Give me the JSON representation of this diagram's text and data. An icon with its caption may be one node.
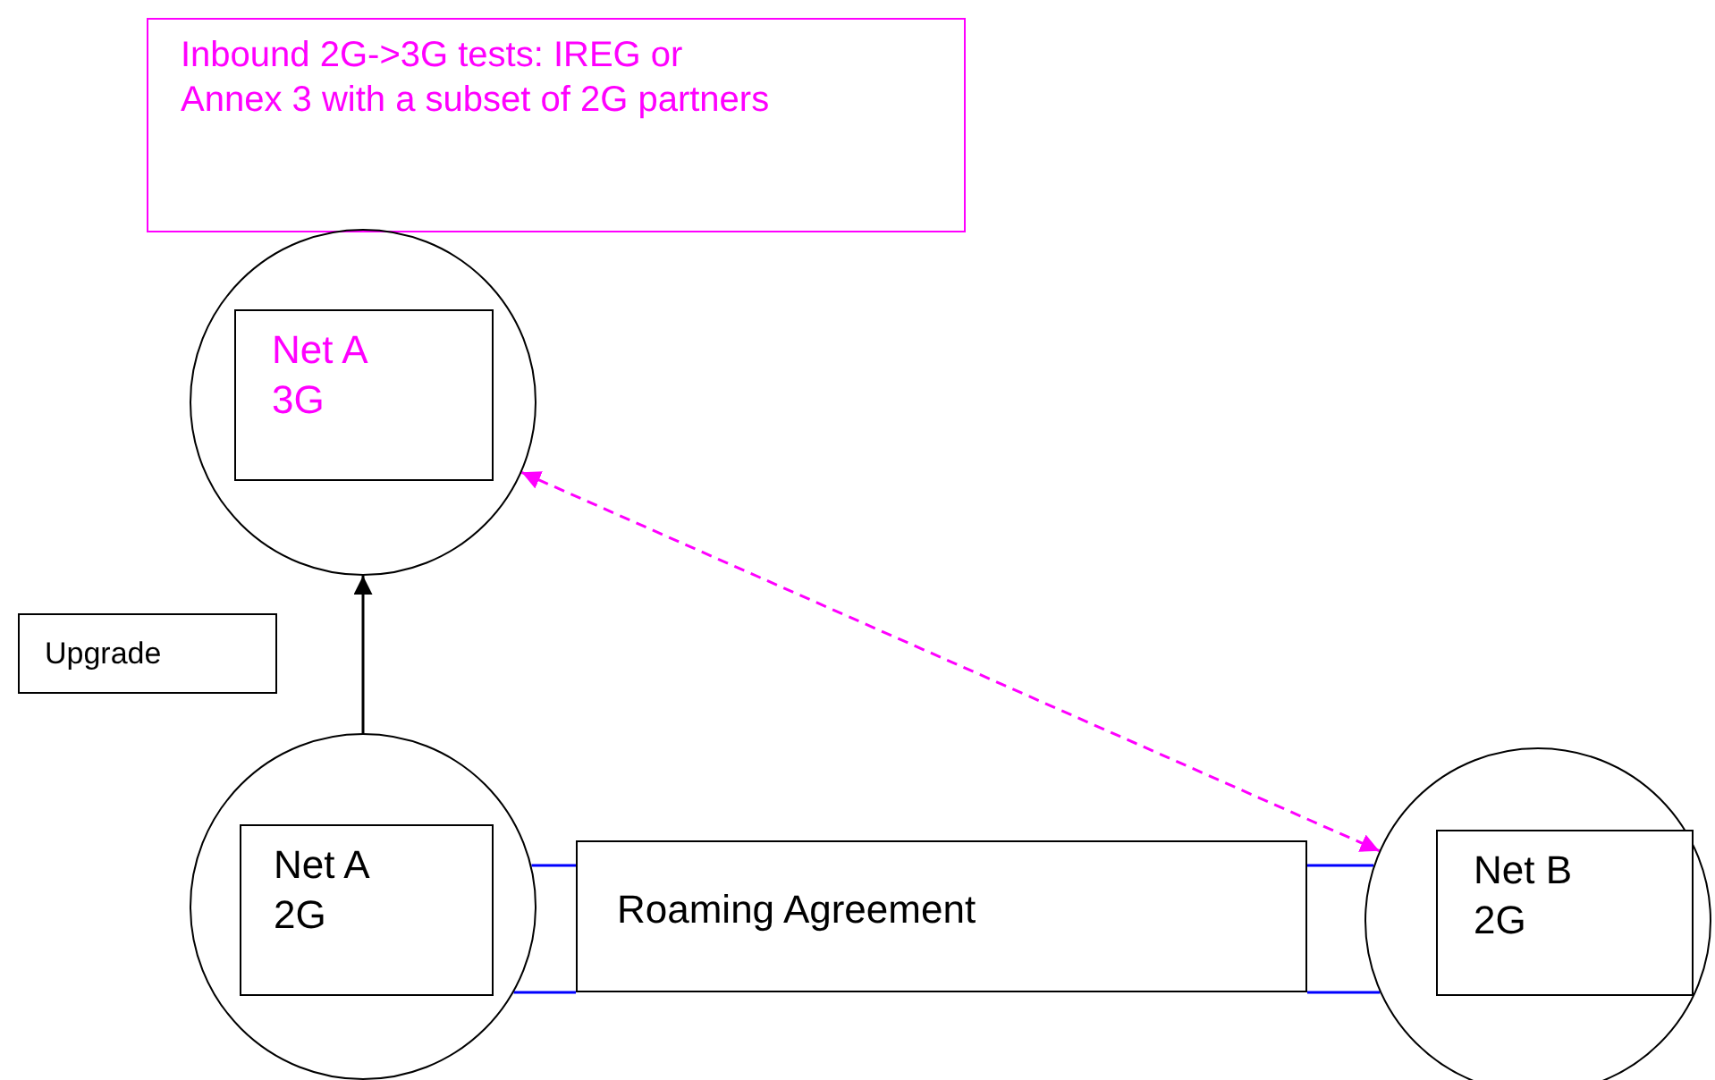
{
  "diagram": {
    "nodes": [
      {
        "text": [
          "Inbound 2G->3G tests: IREG or Annex 3 with a subset of 2G partners"
        ]
      },
      {
        "text": [],
        "shape": "circle"
      },
      {
        "text": [
          "Net A 3G"
        ],
        "in": 1
      },
      {
        "text": [
          "Upgrade"
        ]
      },
      {
        "text": [],
        "shape": "circle"
      },
      {
        "text": [
          "Net A 2G"
        ],
        "in": 4
      },
      {
        "text": [
          "Roaming Agreement"
        ]
      },
      {
        "text": [],
        "shape": "circle"
      },
      {
        "text": [
          "Net B 2G"
        ],
        "in": 7
      }
    ],
    "edges": [
      {
        "from": 4,
        "to": 1,
        "arrow": "to",
        "color": "#000000"
      },
      {
        "from": 1,
        "to": 7,
        "arrow": "both",
        "style": "dashed",
        "color": "#ff00ff"
      },
      {
        "from": 4,
        "to": 6,
        "arrow": "none",
        "color": "#0000ff"
      },
      {
        "from": 4,
        "to": 6,
        "arrow": "none",
        "color": "#0000ff"
      },
      {
        "from": 6,
        "to": 7,
        "arrow": "none",
        "color": "#0000ff"
      },
      {
        "from": 6,
        "to": 7,
        "arrow": "none",
        "color": "#0000ff"
      }
    ]
  }
}
